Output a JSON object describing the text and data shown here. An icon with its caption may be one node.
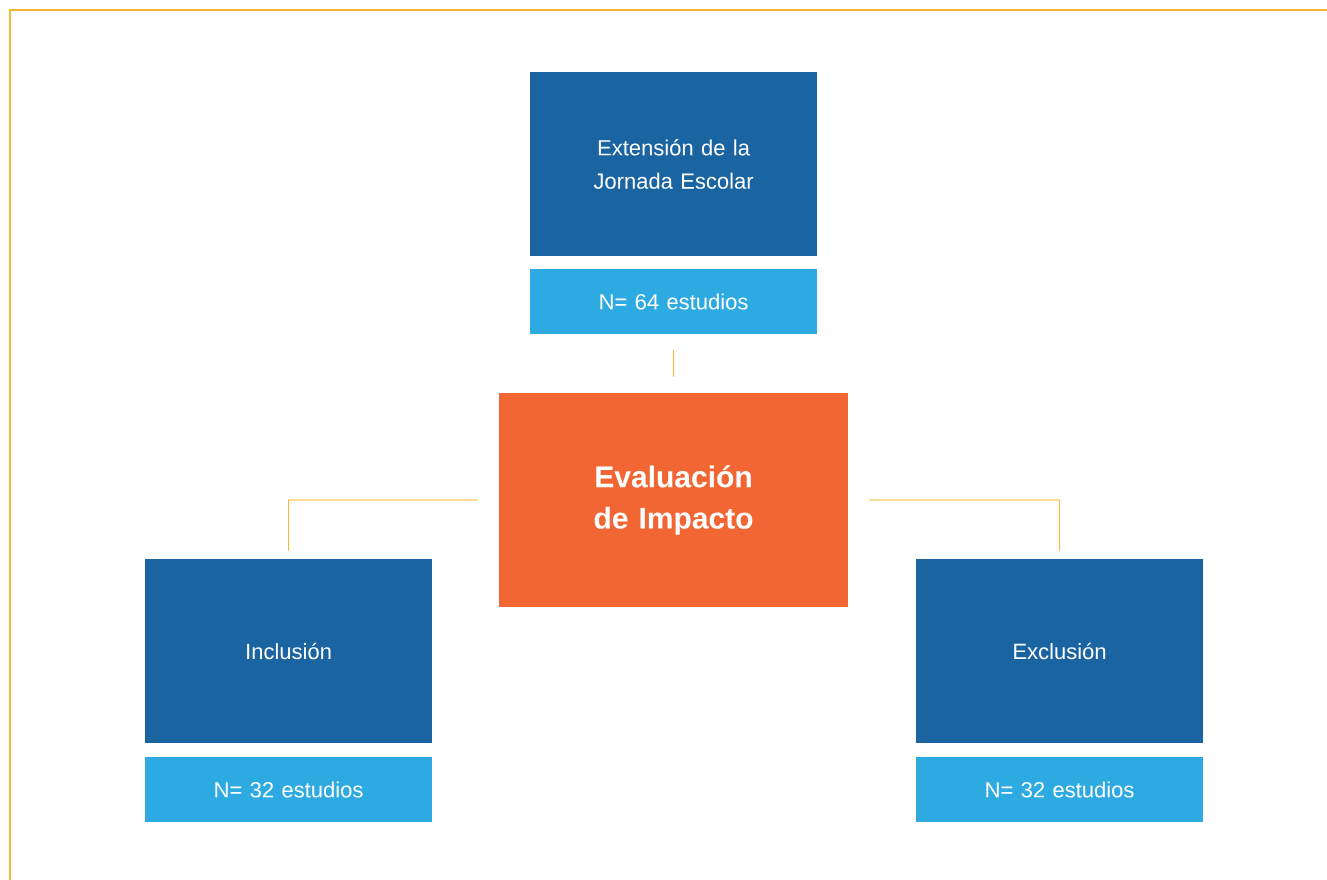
{
  "diagram": {
    "nodes": [
      {
        "text": [
          "Extensión de la Jornada Escolar"
        ]
      },
      {
        "text": [
          "N= 64 estudios"
        ]
      },
      {
        "text": [
          "Evaluación de Impacto"
        ]
      },
      {
        "text": [
          "Inclusión"
        ]
      },
      {
        "text": [
          "N= 32 estudios"
        ]
      },
      {
        "text": [
          "Exclusión"
        ]
      },
      {
        "text": [
          "N= 32 estudios"
        ]
      }
    ],
    "edges": [
      {
        "from": 1,
        "to": 2,
        "arrow": "none"
      },
      {
        "from": 2,
        "to": 3,
        "arrow": "none"
      },
      {
        "from": 2,
        "to": 5,
        "arrow": "none"
      }
    ]
  }
}
